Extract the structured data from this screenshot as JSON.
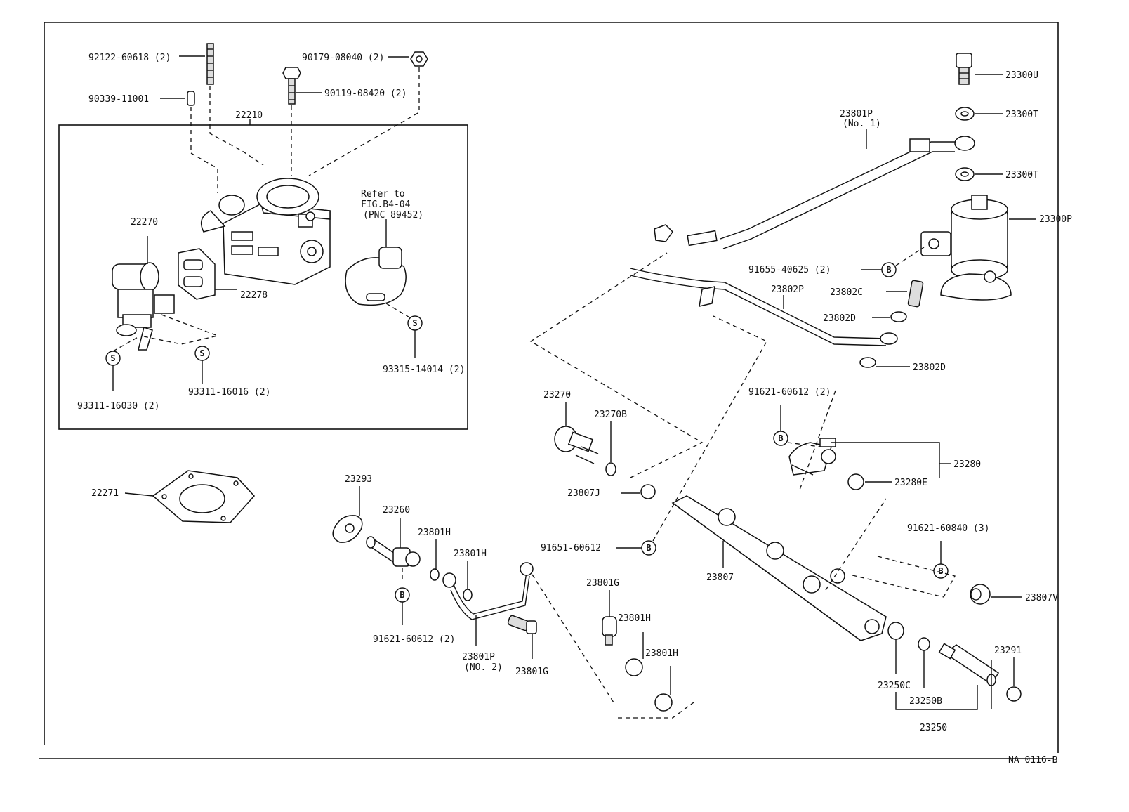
{
  "drawing_id": "NA  0116-B",
  "inset": {
    "assembly_label": "22210",
    "refer_note": [
      "Refer to",
      "FIG.B4-04",
      "(PNC 89452)"
    ]
  },
  "callouts": {
    "s": "S",
    "b": "B"
  },
  "labels": {
    "p92122": "92122-60618 (2)",
    "p90339": "90339-11001",
    "p90179": "90179-08040 (2)",
    "p90119": "90119-08420 (2)",
    "p22270": "22270",
    "p22278": "22278",
    "p93311a": "93311-16030 (2)",
    "p93311b": "93311-16016 (2)",
    "p93315": "93315-14014 (2)",
    "p22271": "22271",
    "p23293": "23293",
    "p23260": "23260",
    "p23801H_a": "23801H",
    "p23801H_b": "23801H",
    "p23801H_c": "23801H",
    "p23801H_d": "23801H",
    "p91621_60612_a": "91621-60612 (2)",
    "p23801P2": "23801P",
    "p23801P2_sub": "(NO. 2)",
    "p23801G_a": "23801G",
    "p23801G_b": "23801G",
    "p23270": "23270",
    "p23270B": "23270B",
    "p23807J": "23807J",
    "p91651": "91651-60612",
    "p23807": "23807",
    "p23801P1": "23801P",
    "p23801P1_sub": "(No. 1)",
    "p23300U": "23300U",
    "p23300T_a": "23300T",
    "p23300T_b": "23300T",
    "p23300P": "23300P",
    "p91655": "91655-40625 (2)",
    "p23802P": "23802P",
    "p23802C": "23802C",
    "p23802D_a": "23802D",
    "p23802D_b": "23802D",
    "p91621_60612_b": "91621-60612 (2)",
    "p23280": "23280",
    "p23280E": "23280E",
    "p91621_60840": "91621-60840 (3)",
    "p23807V": "23807V",
    "p23291": "23291",
    "p23250C": "23250C",
    "p23250B": "23250B",
    "p23250": "23250"
  }
}
